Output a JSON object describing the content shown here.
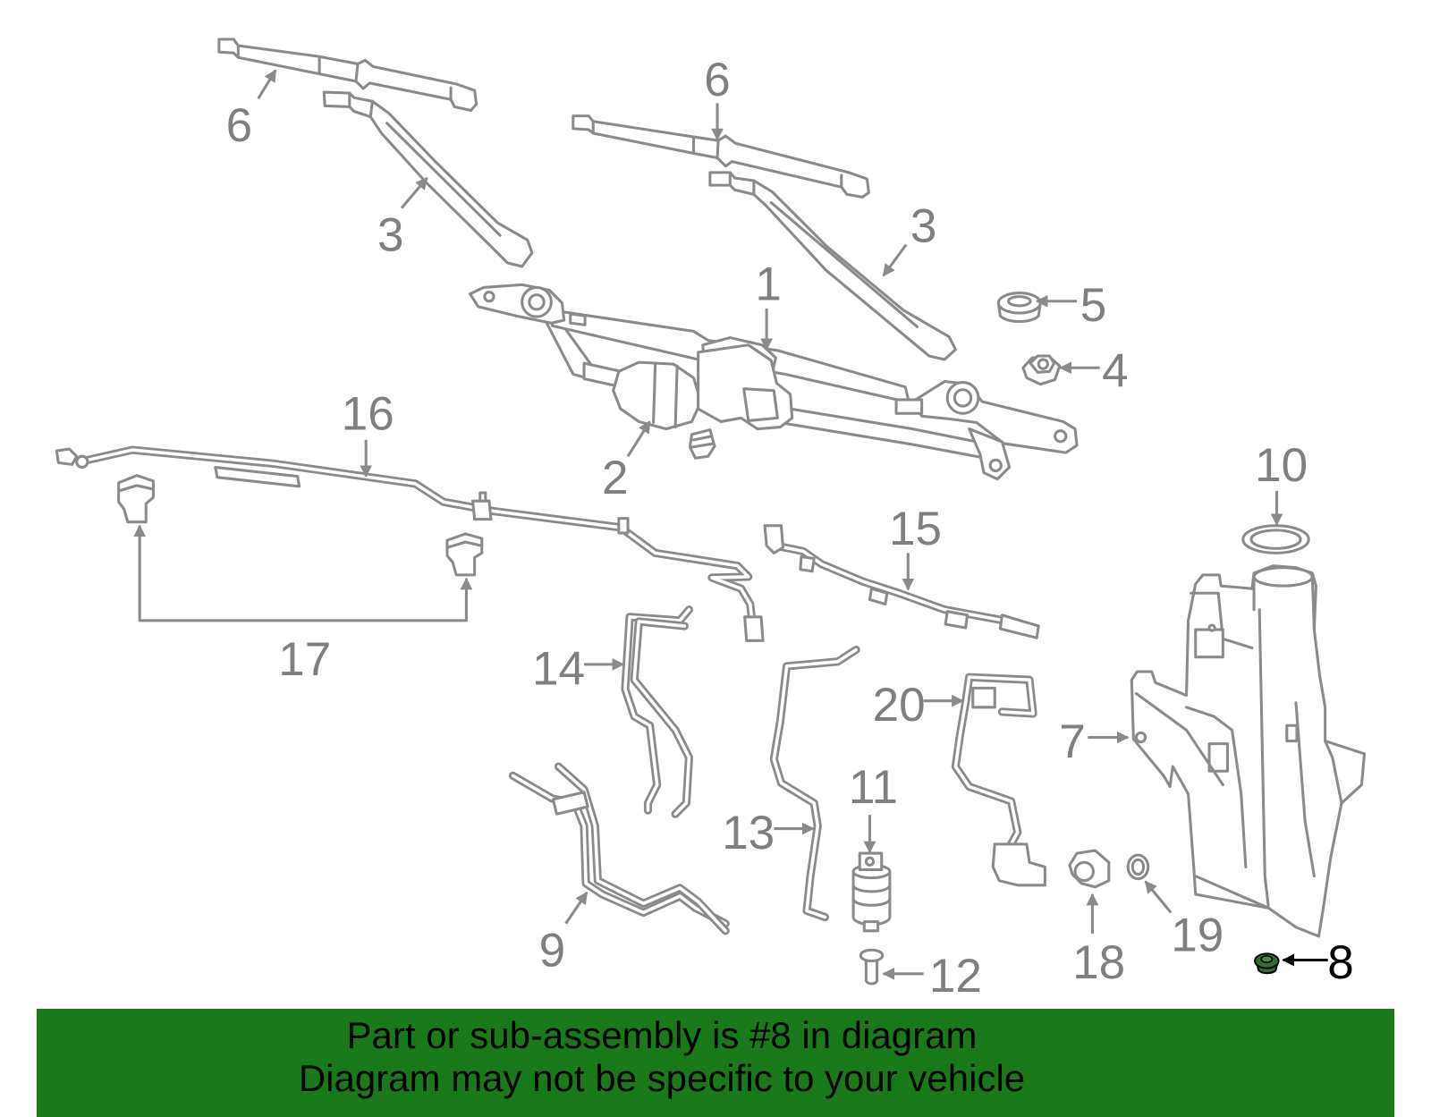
{
  "callout_labels": [
    "6",
    "6",
    "3",
    "3",
    "1",
    "5",
    "4",
    "16",
    "2",
    "10",
    "15",
    "17",
    "14",
    "20",
    "7",
    "13",
    "11",
    "9",
    "12",
    "18",
    "19",
    "8"
  ],
  "banner": {
    "line1": "Part or sub-assembly is #8 in diagram",
    "line2": "Diagram may not be specific to your vehicle",
    "background": "#1a7a1a"
  },
  "colors": {
    "drawing": "#8a8a8a",
    "label": "#7f7f7f",
    "highlight_part": "#2f6e2f",
    "highlight_label": "#000000"
  }
}
